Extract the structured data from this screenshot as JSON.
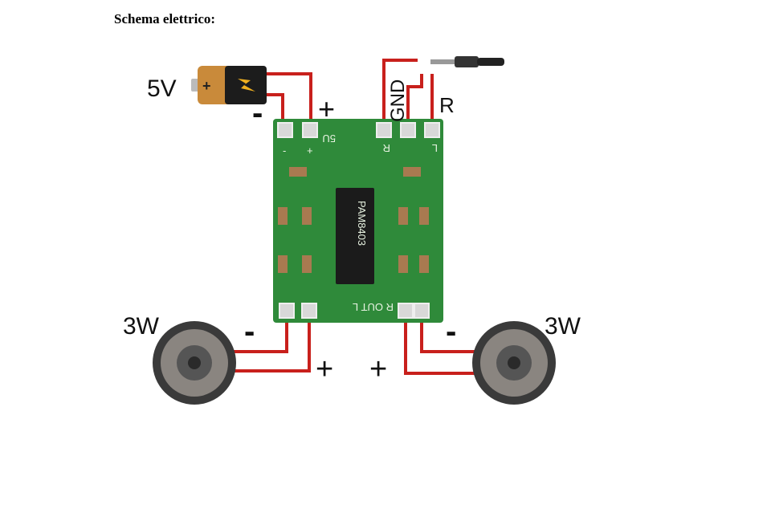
{
  "heading": "Schema elettrico:",
  "diagram": {
    "battery_label": "5V",
    "battery_plus": "+",
    "battery_minus": "-",
    "jack_gnd": "GND",
    "jack_r": "R",
    "left_speaker_power": "3W",
    "right_speaker_power": "3W",
    "left_minus": "-",
    "left_plus": "+",
    "right_plus": "+",
    "right_minus": "-",
    "board": {
      "chip": "PAM8403",
      "pad_5v": "5U",
      "pad_r": "R",
      "pad_l": "L",
      "out_label": "R OUT L",
      "plus": "+",
      "minus": "-"
    }
  },
  "colors": {
    "wire": "#c8201c",
    "pcb": "#2f8a3a",
    "chip": "#1b1b1b"
  }
}
